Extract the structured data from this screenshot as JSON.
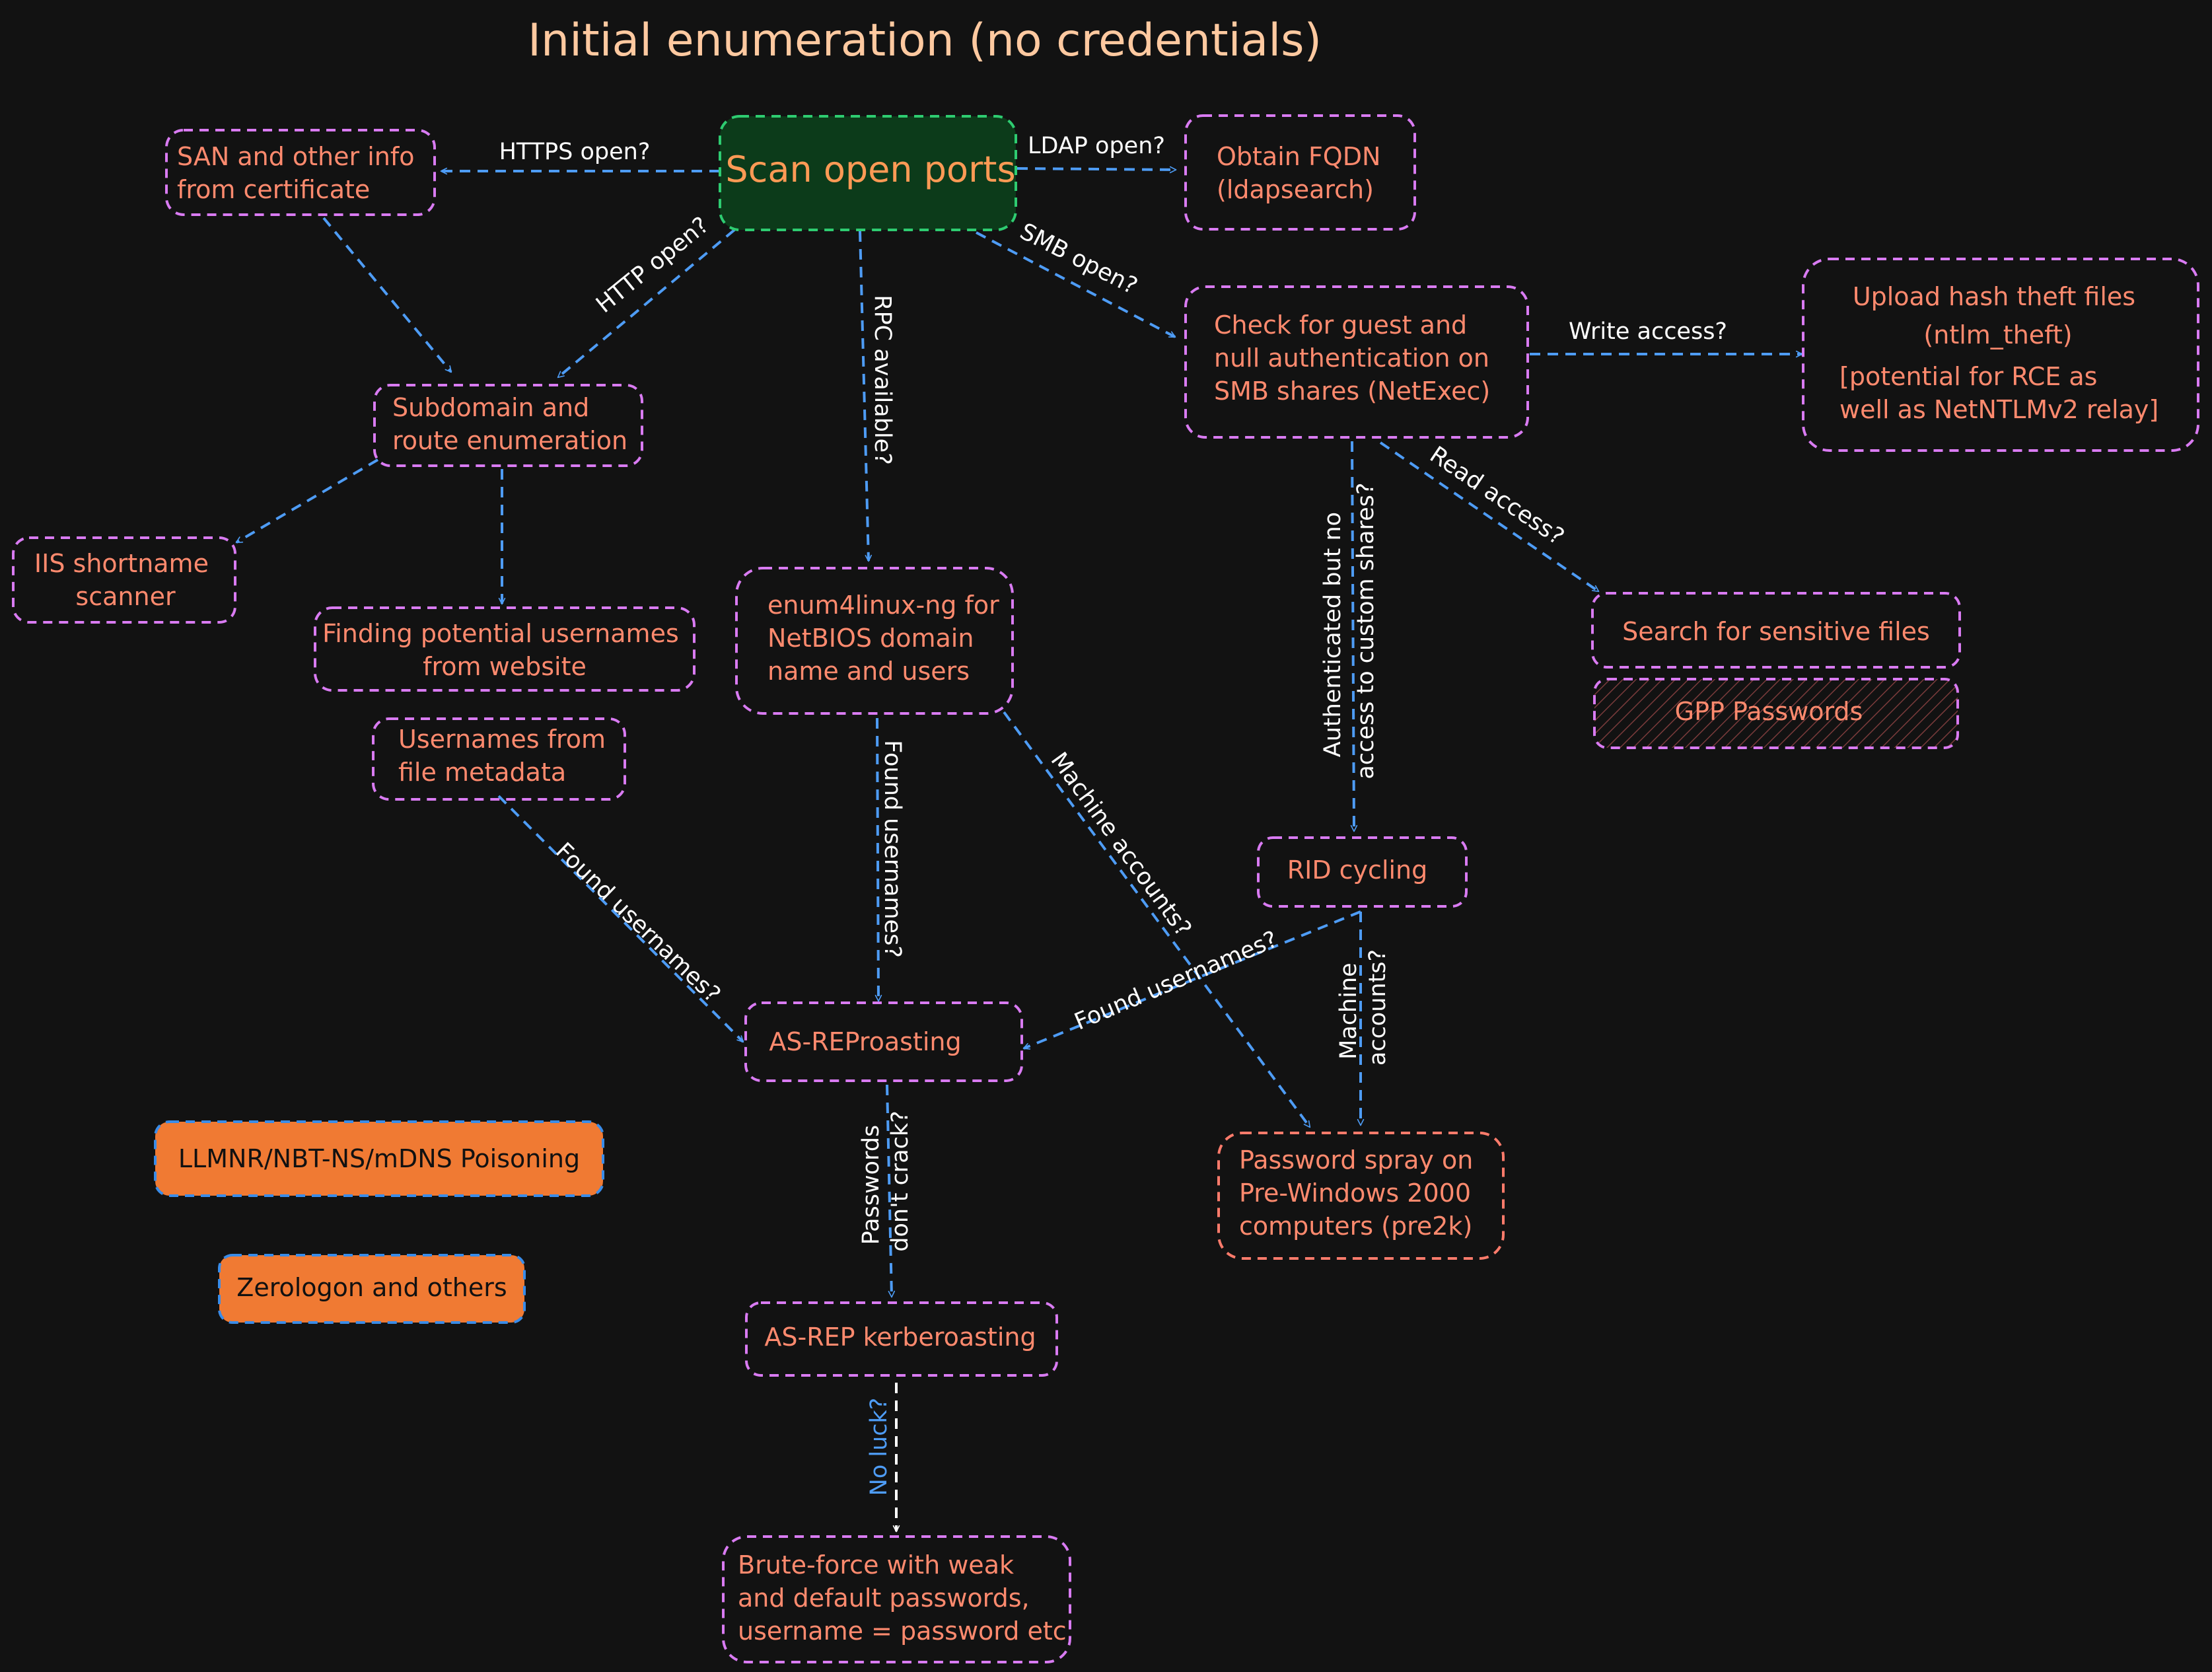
{
  "title": "Initial enumeration (no credentials)",
  "colors": {
    "background": "#121212",
    "node_border": "#d97bf2",
    "node_text": "#ff8a6e",
    "edge": "#4e9cf5",
    "edge_label": "#ffffff",
    "scan_fill": "#0c3b1a",
    "scan_border": "#2ecc71",
    "solid_fill": "#f07a33",
    "solid_border": "#3a8ce8",
    "spray_border": "#ff7b6b",
    "hatched_border": "#d97bf2"
  },
  "nodes": {
    "scan": [
      "Scan open ports"
    ],
    "san": [
      "SAN and other info",
      "from certificate"
    ],
    "fqdn": [
      "Obtain FQDN",
      "(ldapsearch)"
    ],
    "subdomain": [
      "Subdomain and",
      "route enumeration"
    ],
    "smb": [
      "Check for guest and",
      "null authentication on",
      "SMB shares (NetExec)"
    ],
    "upload": [
      "Upload hash theft files",
      "(ntlm_theft)",
      "[potential for RCE as",
      "well as NetNTLMv2 relay]"
    ],
    "iis": [
      "IIS shortname",
      "scanner"
    ],
    "finding": [
      "Finding potential usernames",
      "from website"
    ],
    "metadata": [
      "Usernames from",
      "file metadata"
    ],
    "enum4linux": [
      "enum4linux-ng for",
      "NetBIOS domain",
      "name and users"
    ],
    "search": [
      "Search for sensitive files"
    ],
    "gpp": [
      "GPP Passwords"
    ],
    "rid": [
      "RID cycling"
    ],
    "asrep": [
      "AS-REProasting"
    ],
    "spray": [
      "Password spray on",
      "Pre-Windows 2000",
      "computers (pre2k)"
    ],
    "llmnr": [
      "LLMNR/NBT-NS/mDNS Poisoning"
    ],
    "zerologon": [
      "Zerologon and others"
    ],
    "kerberoast": [
      "AS-REP kerberoasting"
    ],
    "bruteforce": [
      "Brute-force with weak",
      "and default passwords,",
      "username = password etc"
    ]
  },
  "edges": {
    "https_open": [
      "HTTPS open?"
    ],
    "ldap_open": [
      "LDAP open?"
    ],
    "http_open": [
      "HTTP open?"
    ],
    "rpc_available": [
      "RPC available?"
    ],
    "smb_open": [
      "SMB open?"
    ],
    "write_access": [
      "Write access?"
    ],
    "read_access": [
      "Read access?"
    ],
    "auth_no_access": [
      "Authenticated but no",
      "access to custom shares?"
    ],
    "found_usernames_meta": [
      "Found usernames?"
    ],
    "found_usernames_enum": [
      "Found usernames?"
    ],
    "machine_accounts_enum": [
      "Machine accounts?"
    ],
    "found_usernames_rid": [
      "Found usernames?"
    ],
    "machine_accounts_rid": [
      "Machine",
      "accounts?"
    ],
    "passwords_dont_crack": [
      "Passwords",
      "don't crack?"
    ],
    "no_luck": [
      "No luck?"
    ]
  }
}
